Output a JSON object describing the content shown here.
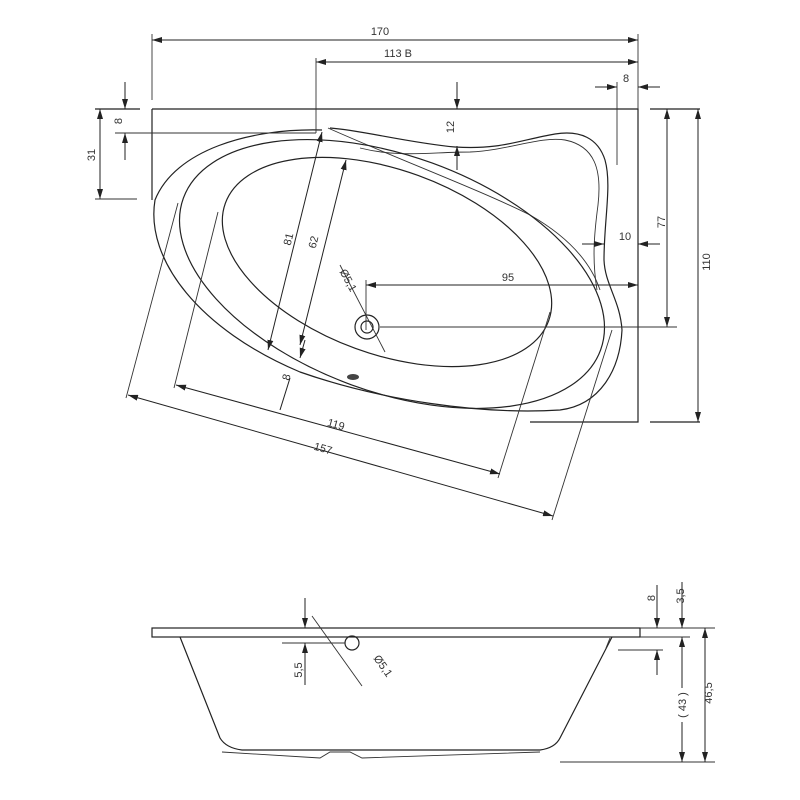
{
  "title": "Corner bathtub dimension drawing",
  "plan_view": {
    "dims": {
      "overall_length": "170",
      "length_b": "113 B",
      "rim_right": "8",
      "rim_top_left": "8",
      "left_height": "31",
      "rim_top": "12",
      "drain_y": "77",
      "overall_width": "110",
      "rim_right_side": "10",
      "inner_width_81": "81",
      "inner_width_62": "62",
      "drain_diameter": "Ø5,1",
      "drain_x": "95",
      "rim_bottom": "8",
      "inner_length": "119",
      "outer_length": "157"
    }
  },
  "side_view": {
    "dims": {
      "overflow_height": "5,5",
      "overflow_diameter": "Ø5,1",
      "rim_8": "8",
      "rim_thickness": "3,5",
      "height_inner": "( 43 )",
      "height_total": "46,5"
    }
  },
  "colors": {
    "line": "#222222",
    "text": "#333333"
  }
}
